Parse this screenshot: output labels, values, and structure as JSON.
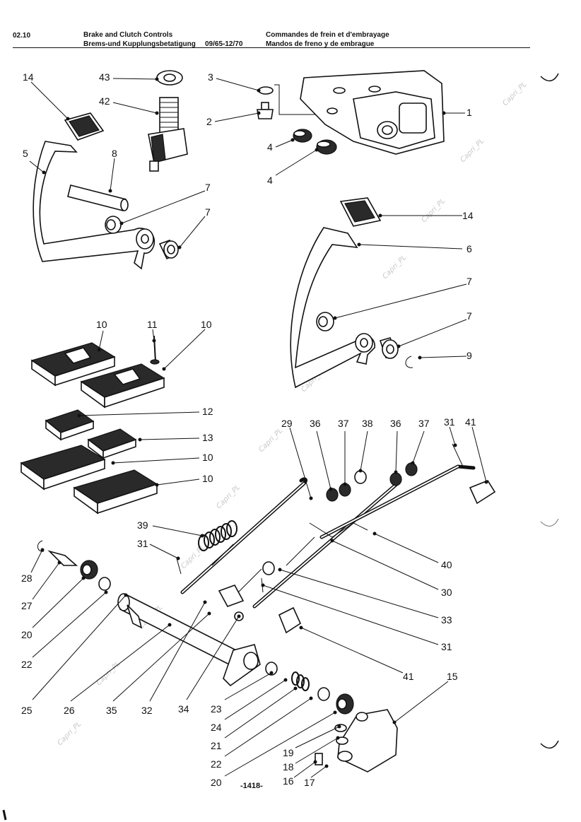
{
  "header": {
    "section": "02.10",
    "title_en": "Brake and Clutch Controls",
    "title_de": "Brems-und Kupplungsbetatigung",
    "dates": "09/65-12/70",
    "title_fr": "Commandes de frein et d'embrayage",
    "title_es": "Mandos de freno y de embrague"
  },
  "page_number": "-1418-",
  "watermark": "Capri_PL",
  "callouts": [
    "14",
    "43",
    "3",
    "42",
    "2",
    "1",
    "4",
    "4",
    "5",
    "8",
    "7",
    "7",
    "14",
    "6",
    "7",
    "7",
    "9",
    "10",
    "11",
    "10",
    "12",
    "13",
    "10",
    "10",
    "29",
    "36",
    "37",
    "38",
    "36",
    "37",
    "31",
    "41",
    "39",
    "31",
    "40",
    "30",
    "33",
    "31",
    "28",
    "27",
    "20",
    "22",
    "25",
    "26",
    "35",
    "32",
    "34",
    "23",
    "24",
    "21",
    "22",
    "20",
    "41",
    "15",
    "19",
    "18",
    "16",
    "17"
  ]
}
